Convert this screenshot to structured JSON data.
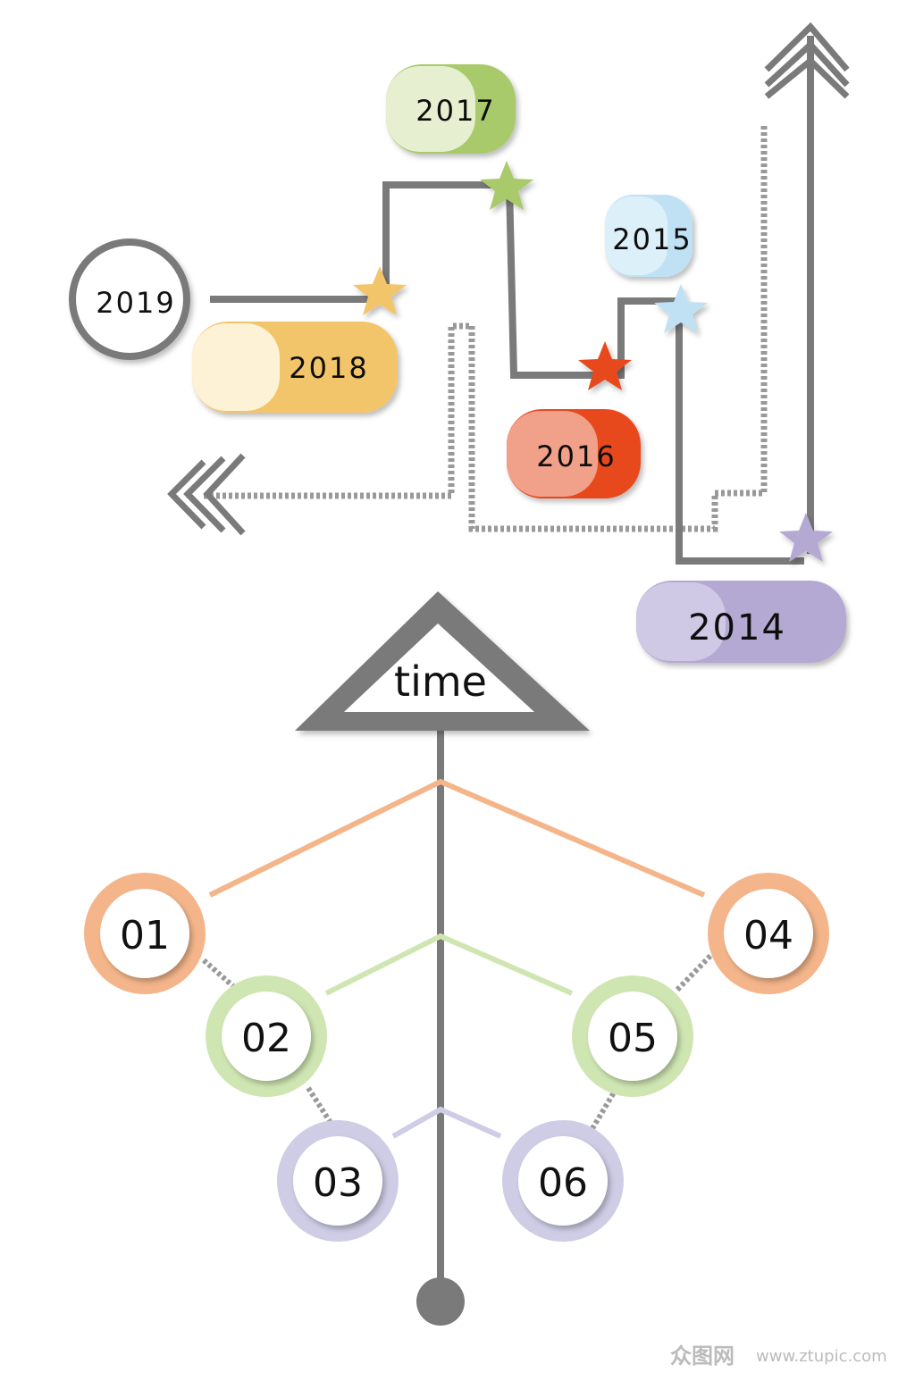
{
  "timeline": {
    "years": [
      "2014",
      "2015",
      "2016",
      "2017",
      "2018",
      "2019"
    ]
  },
  "tree": {
    "header": "time",
    "nodes": [
      "01",
      "02",
      "03",
      "04",
      "05",
      "06"
    ]
  },
  "watermark": {
    "brand": "众图网",
    "url": "www.ztupic.com"
  },
  "colors": {
    "line": "#7a7a7a",
    "y2014": "#b3a9d3",
    "y2015": "#bfe1f3",
    "y2016": "#e84a1e",
    "y2017": "#a8ca6a",
    "y2018": "#f3c56a",
    "orange": "#f4b58a",
    "green": "#cfe6b3",
    "purple": "#cfcde6"
  }
}
